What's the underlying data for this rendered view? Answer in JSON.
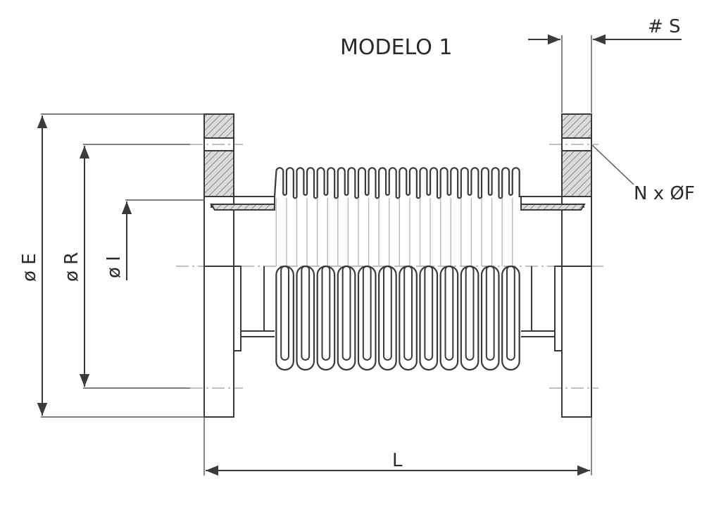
{
  "diagram": {
    "title": "MODELO 1",
    "labels": {
      "thickness": "# S",
      "holes": "N x ØF",
      "outer_diameter": "ø E",
      "bolt_circle": "ø R",
      "inner_diameter": "ø I",
      "length": "L"
    },
    "colors": {
      "line": "#3a3a3a",
      "centerline": "#9a9a9a",
      "hatch": "#9c9c9c"
    }
  }
}
